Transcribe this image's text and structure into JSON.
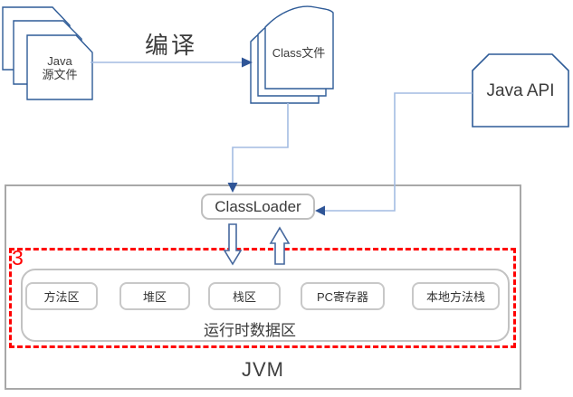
{
  "labels": {
    "compile": "编译",
    "java_source_line1": "Java",
    "java_source_line2": "源文件",
    "class_file": "Class文件",
    "java_api": "Java API",
    "classloader": "ClassLoader",
    "jvm": "JVM",
    "runtime_area": "运行时数据区",
    "step_number": "3"
  },
  "runtime_boxes": [
    {
      "label": "方法区"
    },
    {
      "label": "堆区"
    },
    {
      "label": "栈区"
    },
    {
      "label": "PC寄存器"
    },
    {
      "label": "本地方法栈"
    }
  ],
  "colors": {
    "shape_border_blue": "#2e5b97",
    "connector_light_blue": "#a3bce2",
    "arrowhead_dark_blue": "#2f5597",
    "block_arrow_border": "#46689e",
    "box_border_gray": "#bfbfbf",
    "jvm_border_gray": "#a8a8a8",
    "highlight_red": "#ff0000",
    "text_dark": "#3b3b3b"
  }
}
